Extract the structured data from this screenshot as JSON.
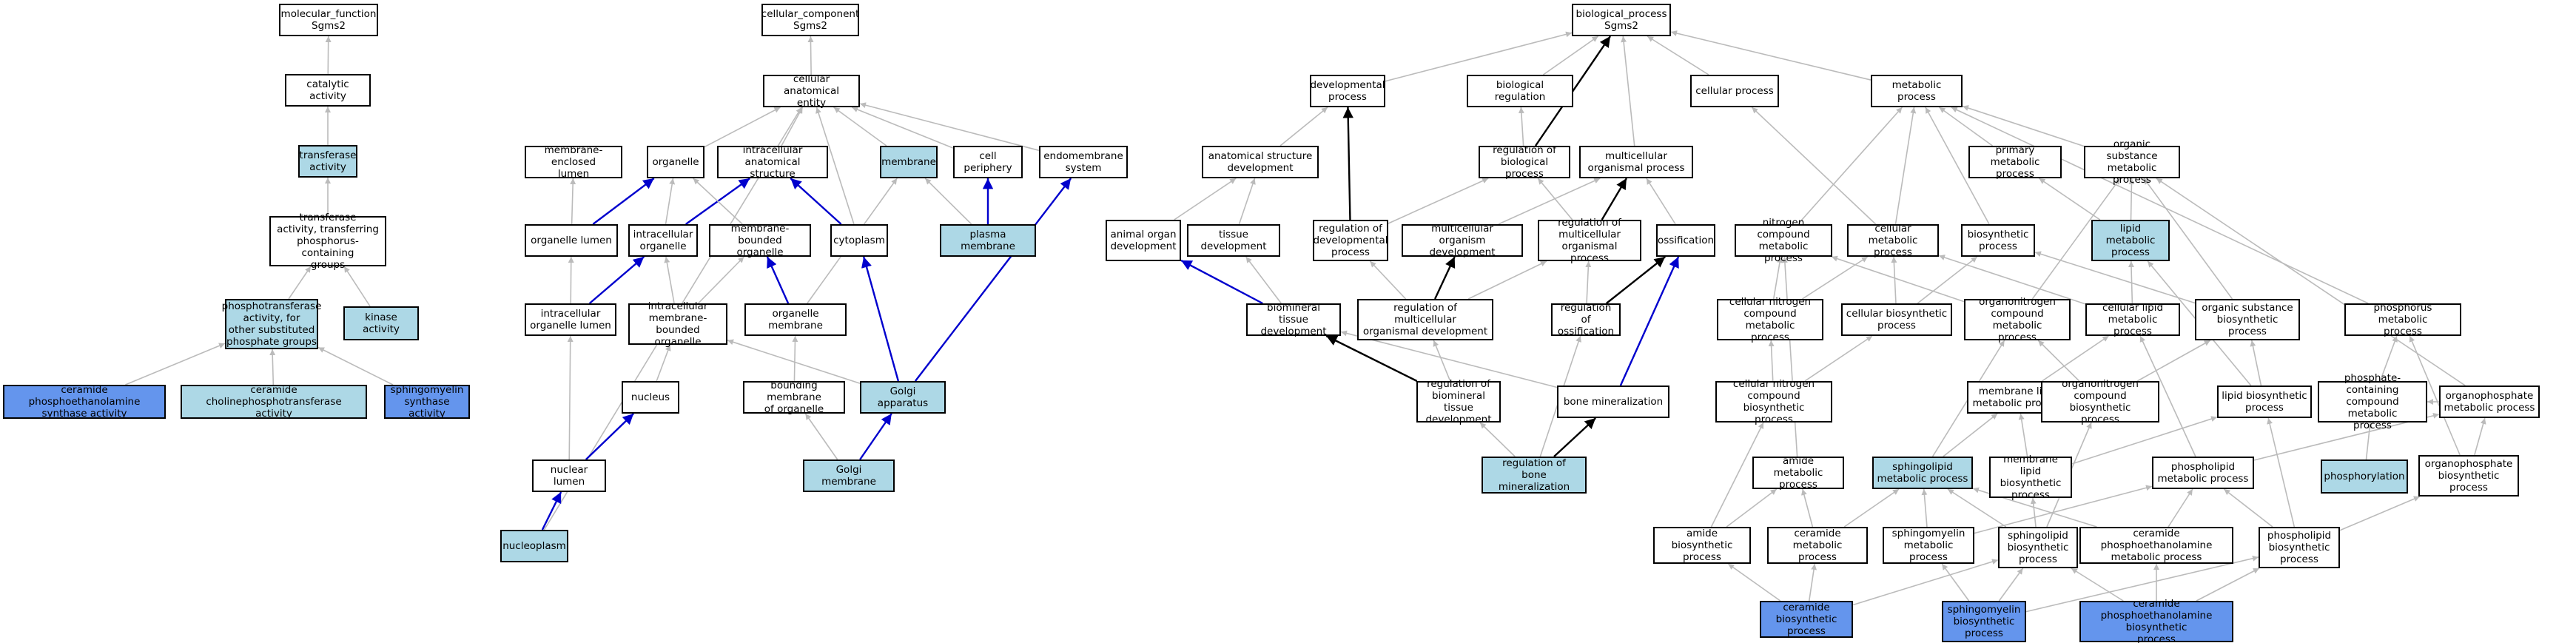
{
  "graph": {
    "edge_colors": {
      "is_a": "#bbbbbb",
      "positive_regulation": "#000000",
      "part_of": "#0000cd"
    },
    "node_colors": {
      "plain": "#ffffff",
      "highlighted": "#add8e6",
      "query": "#6495ed"
    },
    "nodes": {
      "mf_root": {
        "label": "molecular_function\nSgms2",
        "style": "w"
      },
      "catalytic": {
        "label": "catalytic activity",
        "style": "w"
      },
      "transferase": {
        "label": "transferase\nactivity",
        "style": "l"
      },
      "transferase_p": {
        "label": "transferase\nactivity, transferring\nphosphorus-containing\ngroups",
        "style": "w"
      },
      "phosphotrans": {
        "label": "phosphotransferase\nactivity, for\nother substituted\nphosphate groups",
        "style": "l"
      },
      "kinase": {
        "label": "kinase activity",
        "style": "l"
      },
      "cer_pe_synth": {
        "label": "ceramide phosphoethanolamine\nsynthase activity",
        "style": "b"
      },
      "cer_chol": {
        "label": "ceramide cholinephosphotransferase\nactivity",
        "style": "l"
      },
      "sm_synth": {
        "label": "sphingomyelin\nsynthase activity",
        "style": "b"
      },
      "cc_root": {
        "label": "cellular_component\nSgms2",
        "style": "w"
      },
      "cae": {
        "label": "cellular anatomical\nentity",
        "style": "w"
      },
      "mem_lumen": {
        "label": "membrane-enclosed\nlumen",
        "style": "w"
      },
      "organelle": {
        "label": "organelle",
        "style": "w"
      },
      "intracell_struct": {
        "label": "intracellular\nanatomical structure",
        "style": "w"
      },
      "membrane": {
        "label": "membrane",
        "style": "l"
      },
      "cell_periph": {
        "label": "cell periphery",
        "style": "w"
      },
      "endomembrane": {
        "label": "endomembrane\nsystem",
        "style": "w"
      },
      "org_lumen": {
        "label": "organelle lumen",
        "style": "w"
      },
      "intracell_org": {
        "label": "intracellular\norganelle",
        "style": "w"
      },
      "mb_org": {
        "label": "membrane-bounded\norganelle",
        "style": "w"
      },
      "cytoplasm": {
        "label": "cytoplasm",
        "style": "w"
      },
      "plasma_mem": {
        "label": "plasma membrane",
        "style": "l"
      },
      "ic_org_lumen": {
        "label": "intracellular\norganelle lumen",
        "style": "w"
      },
      "ic_mb_org": {
        "label": "intracellular\nmembrane-bounded\norganelle",
        "style": "w"
      },
      "org_mem": {
        "label": "organelle membrane",
        "style": "w"
      },
      "nucleus": {
        "label": "nucleus",
        "style": "w"
      },
      "bound_mem": {
        "label": "bounding membrane\nof organelle",
        "style": "w"
      },
      "golgi": {
        "label": "Golgi apparatus",
        "style": "l"
      },
      "nuc_lumen": {
        "label": "nuclear lumen",
        "style": "w"
      },
      "golgi_mem": {
        "label": "Golgi membrane",
        "style": "l"
      },
      "nucleoplasm": {
        "label": "nucleoplasm",
        "style": "l"
      },
      "bp_root": {
        "label": "biological_process\nSgms2",
        "style": "w"
      },
      "dev_proc": {
        "label": "developmental\nprocess",
        "style": "w"
      },
      "bio_reg": {
        "label": "biological regulation",
        "style": "w"
      },
      "cell_proc": {
        "label": "cellular process",
        "style": "w"
      },
      "metab": {
        "label": "metabolic process",
        "style": "w"
      },
      "anat_dev": {
        "label": "anatomical structure\ndevelopment",
        "style": "w"
      },
      "reg_bio": {
        "label": "regulation of\nbiological process",
        "style": "w"
      },
      "multi_org": {
        "label": "multicellular\norganismal process",
        "style": "w"
      },
      "prim_metab": {
        "label": "primary metabolic\nprocess",
        "style": "w"
      },
      "org_sub_metab": {
        "label": "organic substance\nmetabolic process",
        "style": "w"
      },
      "animal_organ": {
        "label": "animal organ\ndevelopment",
        "style": "w"
      },
      "tissue_dev": {
        "label": "tissue development",
        "style": "w"
      },
      "reg_dev": {
        "label": "regulation of\ndevelopmental\nprocess",
        "style": "w"
      },
      "multi_dev": {
        "label": "multicellular\norganism development",
        "style": "w"
      },
      "reg_multi": {
        "label": "regulation of\nmulticellular\norganismal process",
        "style": "w"
      },
      "ossif": {
        "label": "ossification",
        "style": "w"
      },
      "nitro_metab": {
        "label": "nitrogen compound\nmetabolic process",
        "style": "w"
      },
      "cell_metab": {
        "label": "cellular metabolic\nprocess",
        "style": "w"
      },
      "biosynth": {
        "label": "biosynthetic\nprocess",
        "style": "w"
      },
      "lipid_metab": {
        "label": "lipid metabolic\nprocess",
        "style": "l"
      },
      "biomin": {
        "label": "biomineral tissue\ndevelopment",
        "style": "w"
      },
      "reg_multi_dev": {
        "label": "regulation of\nmulticellular\norganismal development",
        "style": "w"
      },
      "reg_ossif": {
        "label": "regulation of\nossification",
        "style": "w"
      },
      "cell_nitro_metab": {
        "label": "cellular nitrogen\ncompound metabolic\nprocess",
        "style": "w"
      },
      "cell_biosynth": {
        "label": "cellular biosynthetic\nprocess",
        "style": "w"
      },
      "orgnitro_metab": {
        "label": "organonitrogen\ncompound metabolic\nprocess",
        "style": "w"
      },
      "cell_lipid_metab": {
        "label": "cellular lipid\nmetabolic process",
        "style": "w"
      },
      "org_sub_biosynth": {
        "label": "organic substance\nbiosynthetic\nprocess",
        "style": "w"
      },
      "phos_metab": {
        "label": "phosphorus metabolic\nprocess",
        "style": "w"
      },
      "reg_biomin_dev": {
        "label": "regulation of\nbiomineral tissue\ndevelopment",
        "style": "w"
      },
      "bone_min": {
        "label": "bone mineralization",
        "style": "w"
      },
      "cell_nitro_biosynth": {
        "label": "cellular nitrogen\ncompound biosynthetic\nprocess",
        "style": "w"
      },
      "mem_lipid_metab": {
        "label": "membrane lipid\nmetabolic process",
        "style": "w"
      },
      "orgnitro_biosynth": {
        "label": "organonitrogen\ncompound biosynthetic\nprocess",
        "style": "w"
      },
      "lipid_biosynth": {
        "label": "lipid biosynthetic\nprocess",
        "style": "w"
      },
      "phos_contain": {
        "label": "phosphate-containing\ncompound metabolic\nprocess",
        "style": "w"
      },
      "organophos_metab": {
        "label": "organophosphate\nmetabolic process",
        "style": "w"
      },
      "reg_bone_min": {
        "label": "regulation of\nbone mineralization",
        "style": "l"
      },
      "amide_metab": {
        "label": "amide metabolic\nprocess",
        "style": "w"
      },
      "sphingolipid_metab": {
        "label": "sphingolipid\nmetabolic process",
        "style": "l"
      },
      "mem_lipid_biosynth": {
        "label": "membrane lipid\nbiosynthetic\nprocess",
        "style": "w"
      },
      "phospholipid_metab": {
        "label": "phospholipid\nmetabolic process",
        "style": "w"
      },
      "phosphorylation": {
        "label": "phosphorylation",
        "style": "l"
      },
      "organophos_biosynth": {
        "label": "organophosphate\nbiosynthetic\nprocess",
        "style": "w"
      },
      "amide_biosynth": {
        "label": "amide biosynthetic\nprocess",
        "style": "w"
      },
      "cer_metab": {
        "label": "ceramide metabolic\nprocess",
        "style": "w"
      },
      "sm_metab": {
        "label": "sphingomyelin\nmetabolic process",
        "style": "w"
      },
      "sphingolipid_biosynth": {
        "label": "sphingolipid\nbiosynthetic\nprocess",
        "style": "w"
      },
      "cer_pe_metab": {
        "label": "ceramide phosphoethanolamine\nmetabolic process",
        "style": "w"
      },
      "phospholipid_biosynth": {
        "label": "phospholipid\nbiosynthetic\nprocess",
        "style": "w"
      },
      "cer_biosynth": {
        "label": "ceramide biosynthetic\nprocess",
        "style": "b"
      },
      "sm_biosynth": {
        "label": "sphingomyelin\nbiosynthetic\nprocess",
        "style": "b"
      },
      "cer_pe_biosynth": {
        "label": "ceramide phosphoethanolamine\nbiosynthetic\nprocess",
        "style": "b"
      }
    },
    "edges": [
      [
        "catalytic",
        "mf_root",
        "is_a"
      ],
      [
        "transferase",
        "catalytic",
        "is_a"
      ],
      [
        "transferase_p",
        "transferase",
        "is_a"
      ],
      [
        "phosphotrans",
        "transferase_p",
        "is_a"
      ],
      [
        "kinase",
        "transferase_p",
        "is_a"
      ],
      [
        "cer_pe_synth",
        "phosphotrans",
        "is_a"
      ],
      [
        "cer_chol",
        "phosphotrans",
        "is_a"
      ],
      [
        "sm_synth",
        "phosphotrans",
        "is_a"
      ],
      [
        "cae",
        "cc_root",
        "is_a"
      ],
      [
        "organelle",
        "cae",
        "is_a"
      ],
      [
        "intracell_struct",
        "cae",
        "is_a"
      ],
      [
        "membrane",
        "cae",
        "is_a"
      ],
      [
        "cell_periph",
        "cae",
        "is_a"
      ],
      [
        "endomembrane",
        "cae",
        "is_a"
      ],
      [
        "cytoplasm",
        "cae",
        "is_a"
      ],
      [
        "nucleoplasm",
        "cae",
        "is_a"
      ],
      [
        "org_lumen",
        "mem_lumen",
        "is_a"
      ],
      [
        "org_lumen",
        "organelle",
        "part_of"
      ],
      [
        "intracell_org",
        "organelle",
        "is_a"
      ],
      [
        "intracell_org",
        "intracell_struct",
        "part_of"
      ],
      [
        "mb_org",
        "organelle",
        "is_a"
      ],
      [
        "cytoplasm",
        "intracell_struct",
        "part_of"
      ],
      [
        "plasma_mem",
        "membrane",
        "is_a"
      ],
      [
        "plasma_mem",
        "cell_periph",
        "part_of"
      ],
      [
        "ic_org_lumen",
        "org_lumen",
        "is_a"
      ],
      [
        "ic_org_lumen",
        "intracell_org",
        "part_of"
      ],
      [
        "ic_mb_org",
        "intracell_org",
        "is_a"
      ],
      [
        "ic_mb_org",
        "mb_org",
        "is_a"
      ],
      [
        "org_mem",
        "membrane",
        "is_a"
      ],
      [
        "org_mem",
        "mb_org",
        "part_of"
      ],
      [
        "nucleus",
        "ic_mb_org",
        "is_a"
      ],
      [
        "bound_mem",
        "org_mem",
        "is_a"
      ],
      [
        "golgi",
        "ic_mb_org",
        "is_a"
      ],
      [
        "golgi",
        "cytoplasm",
        "part_of"
      ],
      [
        "golgi",
        "endomembrane",
        "part_of"
      ],
      [
        "nuc_lumen",
        "ic_org_lumen",
        "is_a"
      ],
      [
        "nuc_lumen",
        "nucleus",
        "part_of"
      ],
      [
        "golgi_mem",
        "bound_mem",
        "is_a"
      ],
      [
        "golgi_mem",
        "golgi",
        "part_of"
      ],
      [
        "nucleoplasm",
        "nuc_lumen",
        "part_of"
      ],
      [
        "dev_proc",
        "bp_root",
        "is_a"
      ],
      [
        "bio_reg",
        "bp_root",
        "is_a"
      ],
      [
        "cell_proc",
        "bp_root",
        "is_a"
      ],
      [
        "metab",
        "bp_root",
        "is_a"
      ],
      [
        "multi_org",
        "bp_root",
        "is_a"
      ],
      [
        "reg_bio",
        "bio_reg",
        "is_a"
      ],
      [
        "reg_bio",
        "bp_root",
        "positive_regulation"
      ],
      [
        "anat_dev",
        "dev_proc",
        "is_a"
      ],
      [
        "prim_metab",
        "metab",
        "is_a"
      ],
      [
        "org_sub_metab",
        "metab",
        "is_a"
      ],
      [
        "animal_organ",
        "anat_dev",
        "is_a"
      ],
      [
        "tissue_dev",
        "anat_dev",
        "is_a"
      ],
      [
        "reg_dev",
        "reg_bio",
        "is_a"
      ],
      [
        "reg_dev",
        "dev_proc",
        "positive_regulation"
      ],
      [
        "multi_dev",
        "multi_org",
        "is_a"
      ],
      [
        "reg_multi",
        "reg_bio",
        "is_a"
      ],
      [
        "reg_multi",
        "multi_org",
        "positive_regulation"
      ],
      [
        "ossif",
        "multi_org",
        "is_a"
      ],
      [
        "nitro_metab",
        "metab",
        "is_a"
      ],
      [
        "cell_metab",
        "metab",
        "is_a"
      ],
      [
        "cell_metab",
        "cell_proc",
        "is_a"
      ],
      [
        "biosynth",
        "metab",
        "is_a"
      ],
      [
        "lipid_metab",
        "org_sub_metab",
        "is_a"
      ],
      [
        "lipid_metab",
        "prim_metab",
        "is_a"
      ],
      [
        "biomin",
        "tissue_dev",
        "is_a"
      ],
      [
        "biomin",
        "animal_organ",
        "part_of"
      ],
      [
        "reg_multi_dev",
        "reg_dev",
        "is_a"
      ],
      [
        "reg_multi_dev",
        "reg_multi",
        "is_a"
      ],
      [
        "reg_multi_dev",
        "multi_dev",
        "positive_regulation"
      ],
      [
        "reg_ossif",
        "reg_multi",
        "is_a"
      ],
      [
        "reg_ossif",
        "ossif",
        "positive_regulation"
      ],
      [
        "cell_nitro_metab",
        "nitro_metab",
        "is_a"
      ],
      [
        "cell_nitro_metab",
        "cell_metab",
        "is_a"
      ],
      [
        "cell_biosynth",
        "cell_metab",
        "is_a"
      ],
      [
        "cell_biosynth",
        "biosynth",
        "is_a"
      ],
      [
        "orgnitro_metab",
        "nitro_metab",
        "is_a"
      ],
      [
        "orgnitro_metab",
        "org_sub_metab",
        "is_a"
      ],
      [
        "cell_lipid_metab",
        "lipid_metab",
        "is_a"
      ],
      [
        "cell_lipid_metab",
        "cell_metab",
        "is_a"
      ],
      [
        "org_sub_biosynth",
        "org_sub_metab",
        "is_a"
      ],
      [
        "org_sub_biosynth",
        "biosynth",
        "is_a"
      ],
      [
        "phos_metab",
        "metab",
        "is_a"
      ],
      [
        "reg_biomin_dev",
        "reg_multi_dev",
        "is_a"
      ],
      [
        "reg_biomin_dev",
        "biomin",
        "positive_regulation"
      ],
      [
        "bone_min",
        "biomin",
        "is_a"
      ],
      [
        "bone_min",
        "ossif",
        "part_of"
      ],
      [
        "cell_nitro_biosynth",
        "cell_nitro_metab",
        "is_a"
      ],
      [
        "cell_nitro_biosynth",
        "cell_biosynth",
        "is_a"
      ],
      [
        "mem_lipid_metab",
        "cell_lipid_metab",
        "is_a"
      ],
      [
        "orgnitro_biosynth",
        "orgnitro_metab",
        "is_a"
      ],
      [
        "orgnitro_biosynth",
        "org_sub_biosynth",
        "is_a"
      ],
      [
        "lipid_biosynth",
        "lipid_metab",
        "is_a"
      ],
      [
        "lipid_biosynth",
        "org_sub_biosynth",
        "is_a"
      ],
      [
        "phos_contain",
        "phos_metab",
        "is_a"
      ],
      [
        "organophos_metab",
        "phos_contain",
        "is_a"
      ],
      [
        "organophos_metab",
        "org_sub_metab",
        "is_a"
      ],
      [
        "reg_bone_min",
        "reg_biomin_dev",
        "is_a"
      ],
      [
        "reg_bone_min",
        "reg_ossif",
        "is_a"
      ],
      [
        "reg_bone_min",
        "bone_min",
        "positive_regulation"
      ],
      [
        "amide_metab",
        "nitro_metab",
        "is_a"
      ],
      [
        "sphingolipid_metab",
        "mem_lipid_metab",
        "is_a"
      ],
      [
        "sphingolipid_metab",
        "orgnitro_metab",
        "is_a"
      ],
      [
        "mem_lipid_biosynth",
        "mem_lipid_metab",
        "is_a"
      ],
      [
        "mem_lipid_biosynth",
        "lipid_biosynth",
        "is_a"
      ],
      [
        "phospholipid_metab",
        "cell_lipid_metab",
        "is_a"
      ],
      [
        "phospholipid_metab",
        "organophos_metab",
        "is_a"
      ],
      [
        "phosphorylation",
        "phos_contain",
        "is_a"
      ],
      [
        "organophos_biosynth",
        "organophos_metab",
        "is_a"
      ],
      [
        "organophos_biosynth",
        "phos_metab",
        "is_a"
      ],
      [
        "amide_biosynth",
        "amide_metab",
        "is_a"
      ],
      [
        "amide_biosynth",
        "cell_nitro_biosynth",
        "is_a"
      ],
      [
        "cer_metab",
        "amide_metab",
        "is_a"
      ],
      [
        "cer_metab",
        "sphingolipid_metab",
        "is_a"
      ],
      [
        "sm_metab",
        "sphingolipid_metab",
        "is_a"
      ],
      [
        "sm_metab",
        "phospholipid_metab",
        "is_a"
      ],
      [
        "sphingolipid_biosynth",
        "sphingolipid_metab",
        "is_a"
      ],
      [
        "sphingolipid_biosynth",
        "mem_lipid_biosynth",
        "is_a"
      ],
      [
        "sphingolipid_biosynth",
        "orgnitro_biosynth",
        "is_a"
      ],
      [
        "cer_pe_metab",
        "sphingolipid_metab",
        "is_a"
      ],
      [
        "cer_pe_metab",
        "phospholipid_metab",
        "is_a"
      ],
      [
        "phospholipid_biosynth",
        "phospholipid_metab",
        "is_a"
      ],
      [
        "phospholipid_biosynth",
        "lipid_biosynth",
        "is_a"
      ],
      [
        "phospholipid_biosynth",
        "organophos_biosynth",
        "is_a"
      ],
      [
        "cer_biosynth",
        "amide_biosynth",
        "is_a"
      ],
      [
        "cer_biosynth",
        "cer_metab",
        "is_a"
      ],
      [
        "cer_biosynth",
        "sphingolipid_biosynth",
        "is_a"
      ],
      [
        "sm_biosynth",
        "sm_metab",
        "is_a"
      ],
      [
        "sm_biosynth",
        "sphingolipid_biosynth",
        "is_a"
      ],
      [
        "sm_biosynth",
        "phospholipid_biosynth",
        "is_a"
      ],
      [
        "cer_pe_biosynth",
        "cer_pe_metab",
        "is_a"
      ],
      [
        "cer_pe_biosynth",
        "sphingolipid_biosynth",
        "is_a"
      ],
      [
        "cer_pe_biosynth",
        "phospholipid_biosynth",
        "is_a"
      ]
    ]
  }
}
